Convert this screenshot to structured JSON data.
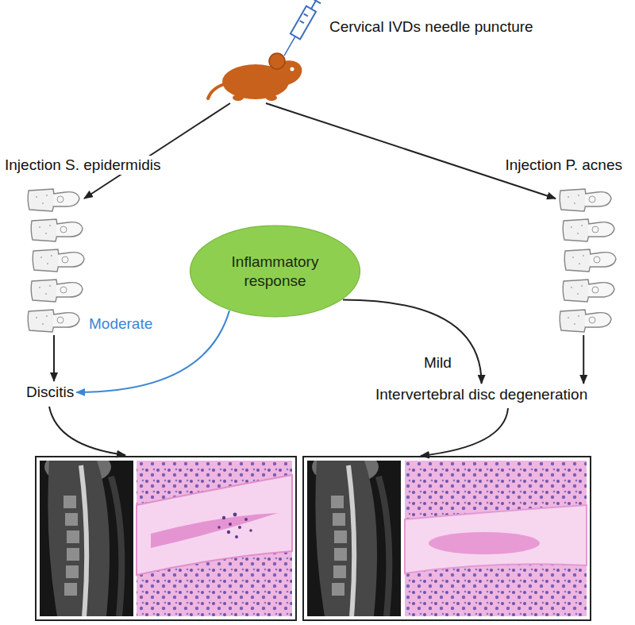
{
  "diagram": {
    "nodes": [
      {
        "text": [
          "Cervical IVDs needle puncture"
        ]
      },
      {
        "text": [
          "Injection S. epidermidis"
        ]
      },
      {
        "text": [
          "Injection P. acnes"
        ]
      },
      {
        "text": [
          "Inflammatory response"
        ]
      },
      {
        "text": [
          "Discitis"
        ]
      },
      {
        "text": [
          "Intervertebral disc degeneration"
        ]
      }
    ],
    "edges": [
      {
        "from": 0,
        "to": 1,
        "arrow": "to"
      },
      {
        "from": 0,
        "to": 2,
        "arrow": "to"
      },
      {
        "from": 1,
        "to": 4,
        "arrow": "to"
      },
      {
        "from": 3,
        "to": 4,
        "label": "Moderate",
        "arrow": "to"
      },
      {
        "from": 3,
        "to": 5,
        "label": "Mild",
        "arrow": "to"
      },
      {
        "from": 2,
        "to": 5,
        "arrow": "to"
      }
    ]
  }
}
